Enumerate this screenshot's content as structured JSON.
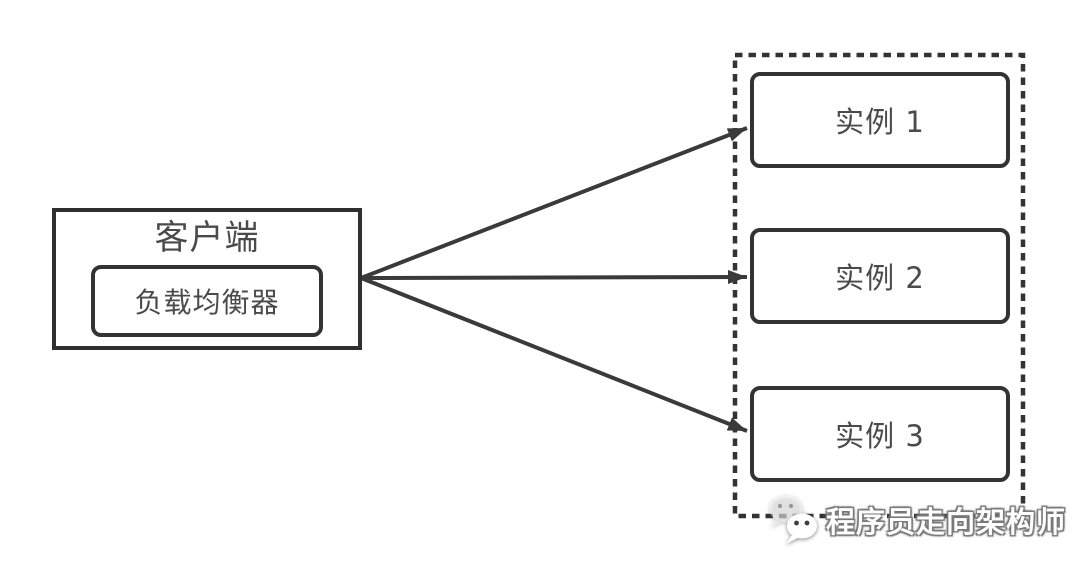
{
  "client": {
    "title": "客户端",
    "load_balancer_label": "负载均衡器"
  },
  "instances": [
    {
      "label": "实例 1"
    },
    {
      "label": "实例 2"
    },
    {
      "label": "实例 3"
    }
  ],
  "connections": [
    {
      "from": "负载均衡器",
      "to": "实例 1"
    },
    {
      "from": "负载均衡器",
      "to": "实例 2"
    },
    {
      "from": "负载均衡器",
      "to": "实例 3"
    }
  ],
  "watermark": {
    "text": "程序员走向架构师",
    "icon": "wechat-icon"
  },
  "colors": {
    "canvas_bg": "#ffffff",
    "stroke": "#333333",
    "arrow": "#3a3a3a",
    "text": "#4a4a4a",
    "watermark_fill": "#ffffff",
    "watermark_outline": "#787878"
  }
}
